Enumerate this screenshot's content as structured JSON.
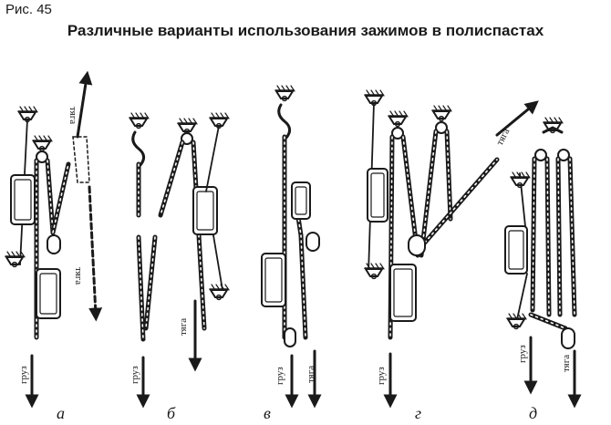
{
  "figure": {
    "number": "Рис. 45",
    "title": "Различные варианты использования зажимов в полиспастах"
  },
  "labels": {
    "pull": "тяга",
    "load": "груз"
  },
  "panels": [
    {
      "letter": "а"
    },
    {
      "letter": "б"
    },
    {
      "letter": "в"
    },
    {
      "letter": "г"
    },
    {
      "letter": "д"
    }
  ],
  "colors": {
    "ink": "#1a1a1a",
    "background": "#ffffff"
  }
}
